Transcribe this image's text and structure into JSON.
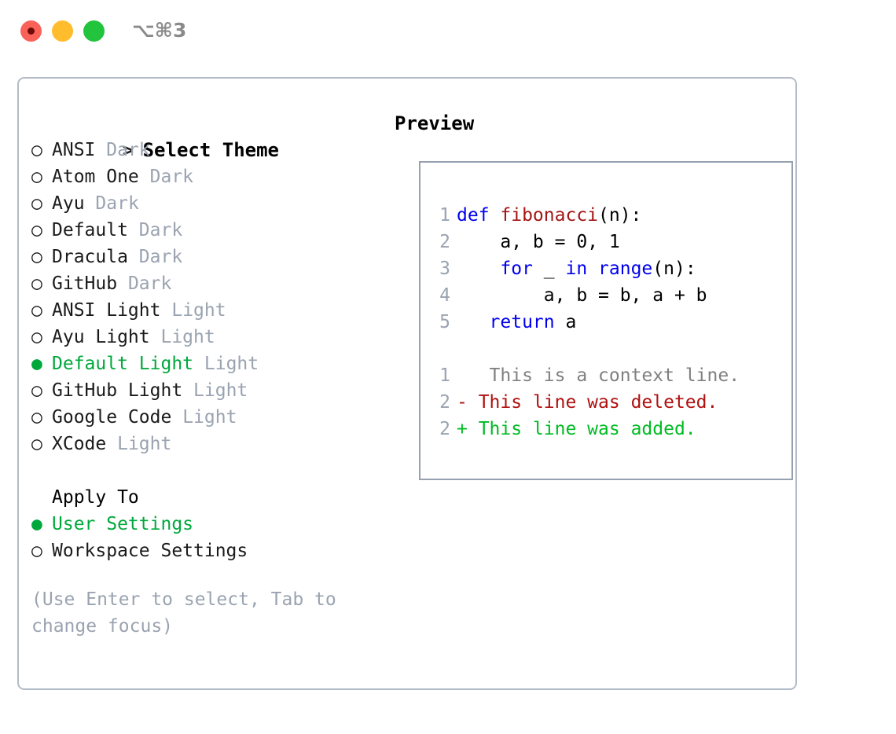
{
  "window": {
    "shortcut_label": "⌥⌘3",
    "traffic_lights": {
      "close_color": "#fa6159",
      "minimize_color": "#ffbd2e",
      "zoom_color": "#22c43d"
    }
  },
  "colors": {
    "accent_green": "#00a83c",
    "muted_gray": "#9aa3b0",
    "border": "#b3bbc8",
    "keyword_blue": "#0000ee",
    "function_red": "#a31515",
    "diff_delete": "#b01010",
    "diff_add": "#00bb22",
    "diff_context": "#808080"
  },
  "theme_list": {
    "header_marker": ">",
    "header_label": "Select Theme",
    "marker_unselected": "○",
    "marker_selected": "●",
    "items": [
      {
        "marker": "○",
        "name": "ANSI",
        "kind": "Dark",
        "selected": false
      },
      {
        "marker": "○",
        "name": "Atom One",
        "kind": "Dark",
        "selected": false
      },
      {
        "marker": "○",
        "name": "Ayu",
        "kind": "Dark",
        "selected": false
      },
      {
        "marker": "○",
        "name": "Default",
        "kind": "Dark",
        "selected": false
      },
      {
        "marker": "○",
        "name": "Dracula",
        "kind": "Dark",
        "selected": false
      },
      {
        "marker": "○",
        "name": "GitHub",
        "kind": "Dark",
        "selected": false
      },
      {
        "marker": "○",
        "name": "ANSI Light",
        "kind": "Light",
        "selected": false
      },
      {
        "marker": "○",
        "name": "Ayu Light",
        "kind": "Light",
        "selected": false
      },
      {
        "marker": "●",
        "name": "Default Light",
        "kind": "Light",
        "selected": true
      },
      {
        "marker": "○",
        "name": "GitHub Light",
        "kind": "Light",
        "selected": false
      },
      {
        "marker": "○",
        "name": "Google Code",
        "kind": "Light",
        "selected": false
      },
      {
        "marker": "○",
        "name": "XCode",
        "kind": "Light",
        "selected": false
      }
    ]
  },
  "apply_to": {
    "title": "Apply To",
    "items": [
      {
        "marker": "●",
        "label": "User Settings",
        "selected": true
      },
      {
        "marker": "○",
        "label": "Workspace Settings",
        "selected": false
      }
    ]
  },
  "hint": {
    "text": "(Use Enter to select, Tab to change focus)"
  },
  "preview": {
    "title": "Preview",
    "code_lines": [
      {
        "number": "1",
        "tokens": [
          {
            "text": "def ",
            "style": "kw"
          },
          {
            "text": "fibonacci",
            "style": "fn"
          },
          {
            "text": "(n):",
            "style": "plain"
          }
        ]
      },
      {
        "number": "2",
        "tokens": [
          {
            "text": "    a, b = 0, 1",
            "style": "plain"
          }
        ]
      },
      {
        "number": "3",
        "tokens": [
          {
            "text": "    ",
            "style": "plain"
          },
          {
            "text": "for",
            "style": "kw"
          },
          {
            "text": " _ ",
            "style": "plain"
          },
          {
            "text": "in",
            "style": "kw"
          },
          {
            "text": " ",
            "style": "plain"
          },
          {
            "text": "range",
            "style": "kw"
          },
          {
            "text": "(n):",
            "style": "plain"
          }
        ]
      },
      {
        "number": "4",
        "tokens": [
          {
            "text": "        a, b = b, a + b",
            "style": "plain"
          }
        ]
      },
      {
        "number": "5",
        "tokens": [
          {
            "text": "   ",
            "style": "plain"
          },
          {
            "text": "return",
            "style": "kw"
          },
          {
            "text": " a",
            "style": "plain"
          }
        ]
      }
    ],
    "diff_lines": [
      {
        "number": "1",
        "marker": " ",
        "text": "  This is a context line.",
        "kind": "context"
      },
      {
        "number": "2",
        "marker": "-",
        "text": " This line was deleted.",
        "kind": "delete"
      },
      {
        "number": "2",
        "marker": "+",
        "text": " This line was added.",
        "kind": "add"
      }
    ]
  }
}
